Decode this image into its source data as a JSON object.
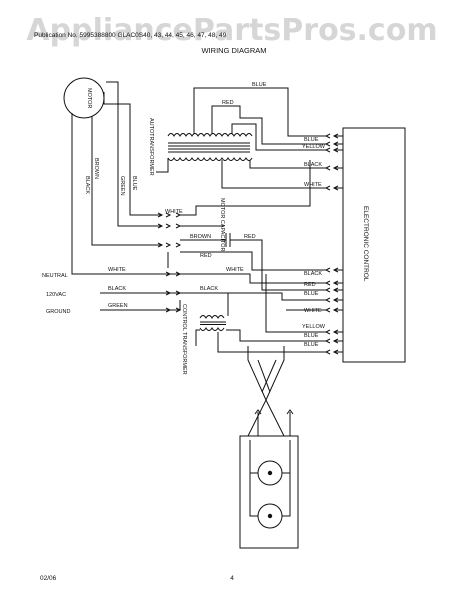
{
  "watermark": "AppliancePartsPros.com",
  "header": "Publication No. 5995388800  GLAC0S40, 43, 44, 45, 46, 47, 48, 49",
  "title": "WIRING DIAGRAM",
  "components": {
    "motor": "MOTOR",
    "autotransformer": "AUTOTRANSFORMER",
    "motor_capacitor": "MOTOR CAPACITOR",
    "control_transformer": "CONTROL TRANSFORMER",
    "electronic_control": "ELECTRONIC CONTROL"
  },
  "motor_leads": {
    "brown": "BROWN",
    "black": "BLACK",
    "green": "GREEN",
    "blue": "BLUE"
  },
  "auto_wires": {
    "blue_top": "BLUE",
    "red": "RED",
    "blue": "BLUE",
    "yellow": "YELLOW",
    "black": "BLACK",
    "white": "WHITE"
  },
  "mid_wires": {
    "white": "WHITE",
    "brown": "BROWN",
    "red_cap": "RED",
    "red": "RED"
  },
  "supply": {
    "neutral": "NEUTRAL",
    "vac": "120VAC",
    "ground": "GROUND",
    "white": "WHITE",
    "black": "BLACK",
    "green": "GREEN",
    "white_right": "WHITE",
    "black_right": "BLACK"
  },
  "control_wires": [
    "BLACK",
    "RED",
    "BLUE",
    "WHITE",
    "YELLOW",
    "BLUE",
    "BLUE"
  ],
  "footer": {
    "date": "02/06",
    "page": "4"
  }
}
